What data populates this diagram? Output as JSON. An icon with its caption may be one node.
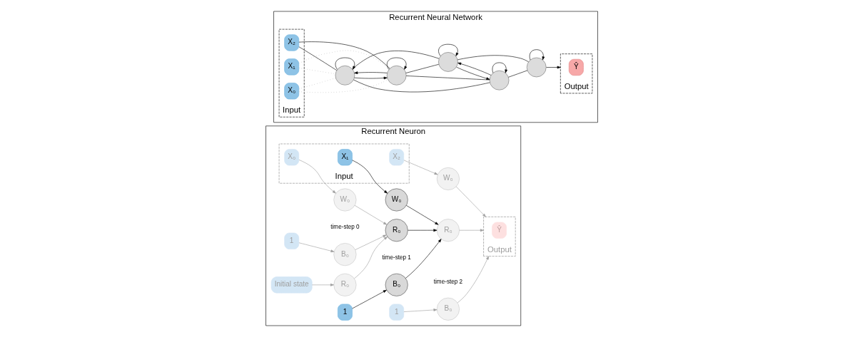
{
  "diagram": {
    "nodes": [
      {
        "text": [
          "Recurrent Neuron"
        ]
      },
      {
        "text": [
          "Recurrent Neural Network"
        ]
      },
      {
        "text": [
          "1"
        ],
        "in": 0
      },
      {
        "text": [
          "B₀"
        ],
        "in": 0
      },
      {
        "text": [
          "Initial state"
        ],
        "in": 0
      },
      {
        "text": [
          "R₀"
        ],
        "in": 0
      },
      {
        "text": [
          "W₀"
        ],
        "in": 0
      },
      {
        "text": [
          "1"
        ],
        "in": 0
      },
      {
        "text": [
          "B₀"
        ],
        "in": 0
      },
      {
        "text": [
          "R₀"
        ],
        "in": 0
      },
      {
        "text": [
          "W₀"
        ],
        "in": 0
      },
      {
        "text": [
          "1"
        ],
        "in": 0
      },
      {
        "text": [
          "B₀"
        ],
        "in": 0
      },
      {
        "text": [
          "R₀"
        ],
        "in": 0
      },
      {
        "text": [
          "W₀"
        ],
        "in": 0
      },
      {
        "text": [
          "Input"
        ],
        "in": 0
      },
      {
        "text": [
          "X₀"
        ],
        "in": 15
      },
      {
        "text": [
          "X₁"
        ],
        "in": 15
      },
      {
        "text": [
          "X₂"
        ],
        "in": 15
      },
      {
        "text": [
          "Output"
        ],
        "in": 0
      },
      {
        "text": [
          "Ŷ"
        ],
        "in": 19
      },
      {
        "text": [
          "Input"
        ],
        "in": 1
      },
      {
        "text": [
          "X₀"
        ],
        "in": 21
      },
      {
        "text": [
          "X₁"
        ],
        "in": 21
      },
      {
        "text": [
          "X₂"
        ],
        "in": 21
      },
      {
        "text": [],
        "shape": "circle",
        "in": 1
      },
      {
        "text": [],
        "shape": "circle",
        "in": 1
      },
      {
        "text": [],
        "shape": "circle",
        "in": 1
      },
      {
        "text": [],
        "shape": "circle",
        "in": 1
      },
      {
        "text": [],
        "shape": "circle",
        "in": 1
      },
      {
        "text": [
          "Output"
        ],
        "in": 1
      },
      {
        "text": [
          "Ŷ"
        ],
        "in": 30
      }
    ],
    "edges": [
      {
        "from": 2,
        "to": 3,
        "arrow": "to",
        "color": "#9e9e9e"
      },
      {
        "from": 4,
        "to": 5,
        "arrow": "to",
        "color": "#9e9e9e"
      },
      {
        "from": 16,
        "to": 6,
        "arrow": "to",
        "color": "#9e9e9e"
      },
      {
        "from": 3,
        "to": 9,
        "arrow": "to",
        "color": "#9e9e9e"
      },
      {
        "from": 5,
        "to": 9,
        "arrow": "to",
        "color": "#9e9e9e"
      },
      {
        "from": 6,
        "to": 9,
        "arrow": "to",
        "color": "#9e9e9e"
      },
      {
        "from": 7,
        "to": 8,
        "arrow": "to"
      },
      {
        "from": 17,
        "to": 10,
        "arrow": "to"
      },
      {
        "from": 8,
        "to": 13,
        "arrow": "to"
      },
      {
        "from": 9,
        "to": 13,
        "arrow": "to"
      },
      {
        "from": 10,
        "to": 13,
        "arrow": "to"
      },
      {
        "from": 11,
        "to": 12,
        "arrow": "to",
        "color": "#9e9e9e"
      },
      {
        "from": 18,
        "to": 14,
        "arrow": "to",
        "color": "#9e9e9e"
      },
      {
        "from": 12,
        "to": 19,
        "arrow": "to",
        "color": "#9e9e9e"
      },
      {
        "from": 13,
        "to": 19,
        "arrow": "to",
        "color": "#9e9e9e"
      },
      {
        "from": 14,
        "to": 19,
        "arrow": "to",
        "color": "#9e9e9e"
      },
      {
        "from": 22,
        "to": 25,
        "arrow": "none",
        "style": "dashed",
        "color": "#9e9e9e"
      },
      {
        "from": 22,
        "to": 26,
        "arrow": "none",
        "style": "dashed",
        "color": "#9e9e9e"
      },
      {
        "from": 23,
        "to": 25,
        "arrow": "none",
        "style": "dashed",
        "color": "#9e9e9e"
      },
      {
        "from": 23,
        "to": 26,
        "arrow": "none",
        "style": "dashed",
        "color": "#9e9e9e"
      },
      {
        "from": 24,
        "to": 25,
        "arrow": "none"
      },
      {
        "from": 24,
        "to": 26,
        "arrow": "none"
      },
      {
        "from": 25,
        "to": 25,
        "arrow": "to"
      },
      {
        "from": 26,
        "to": 26,
        "arrow": "to"
      },
      {
        "from": 25,
        "to": 26,
        "arrow": "to"
      },
      {
        "from": 26,
        "to": 25,
        "arrow": "to"
      },
      {
        "from": 25,
        "to": 27,
        "arrow": "none"
      },
      {
        "from": 25,
        "to": 28,
        "arrow": "none"
      },
      {
        "from": 26,
        "to": 27,
        "arrow": "none"
      },
      {
        "from": 26,
        "to": 28,
        "arrow": "none"
      },
      {
        "from": 27,
        "to": 27,
        "arrow": "to"
      },
      {
        "from": 28,
        "to": 28,
        "arrow": "to"
      },
      {
        "from": 27,
        "to": 28,
        "arrow": "to"
      },
      {
        "from": 28,
        "to": 27,
        "arrow": "to"
      },
      {
        "from": 27,
        "to": 29,
        "arrow": "none"
      },
      {
        "from": 28,
        "to": 29,
        "arrow": "none"
      },
      {
        "from": 29,
        "to": 29,
        "arrow": "to"
      },
      {
        "from": 29,
        "to": 30,
        "arrow": "to"
      }
    ],
    "labels": [
      "time-step 0",
      "time-step 1",
      "time-step 2"
    ]
  }
}
